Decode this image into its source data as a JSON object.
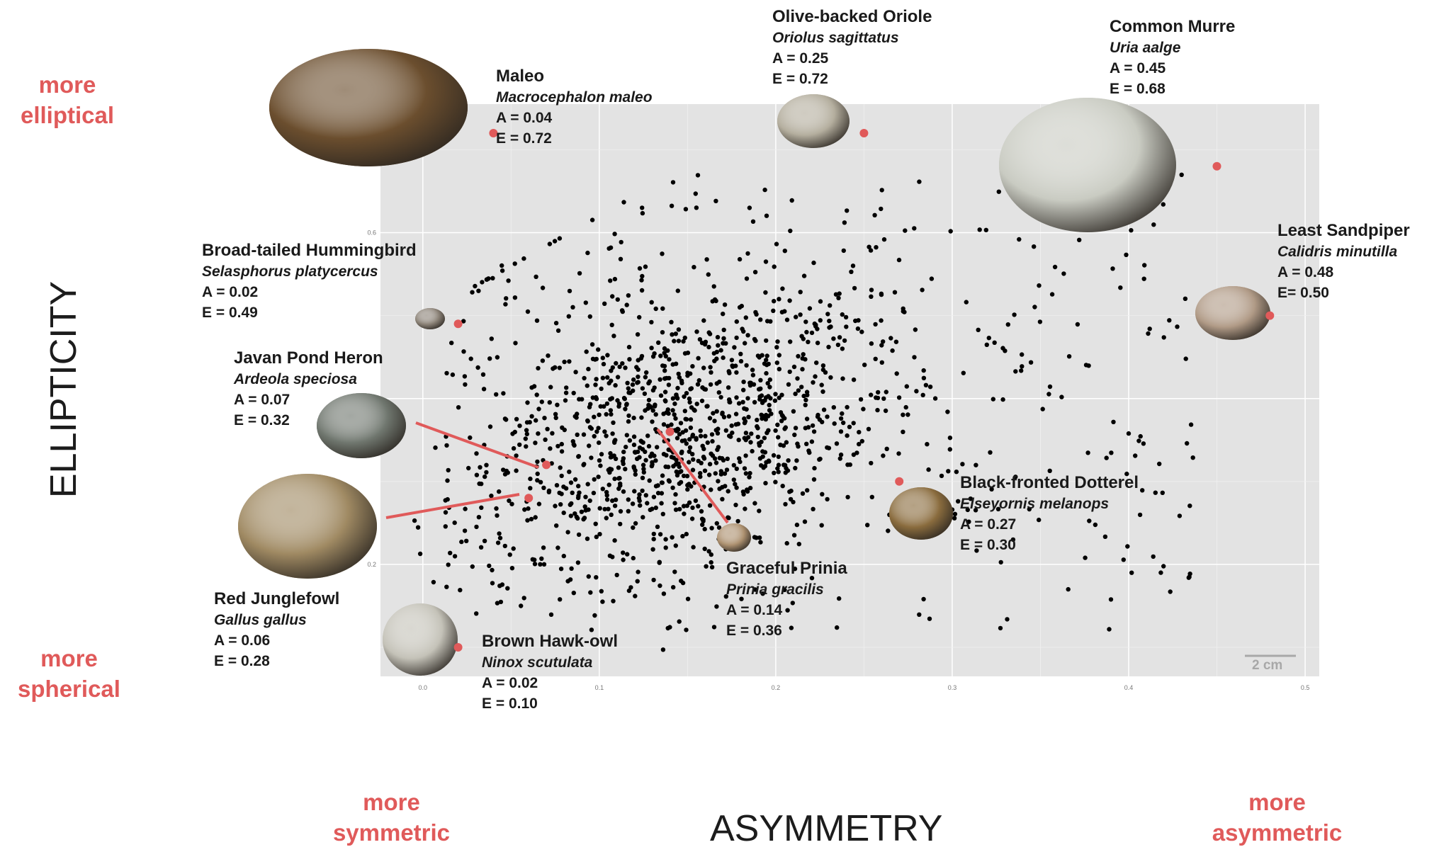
{
  "labels": {
    "more_elliptical": "more elliptical",
    "more_spherical": "more spherical",
    "more_symmetric": "more symmetric",
    "more_asymmetric": "more asymmetric",
    "scale_bar": "2 cm"
  },
  "chart_data": {
    "type": "scatter",
    "xlabel": "ASYMMETRY",
    "ylabel": "ELLIPTICITY",
    "xlim": [
      -0.024,
      0.508
    ],
    "ylim": [
      0.065,
      0.755
    ],
    "x_ticks": [
      "0.0",
      "0.1",
      "0.2",
      "0.3",
      "0.4",
      "0.5"
    ],
    "y_ticks": [
      "0.6",
      "0.2"
    ],
    "grid": true,
    "n_points": 1400,
    "highlighted": [
      {
        "name": "Maleo",
        "species": "Macrocephalon maleo",
        "a_label": "A = 0.04",
        "e_label": "E = 0.72",
        "x": 0.04,
        "y": 0.72,
        "egg_color": "#6b4e2e"
      },
      {
        "name": "Olive-backed Oriole",
        "species": "Oriolus sagittatus",
        "a_label": "A = 0.25",
        "e_label": "E = 0.72",
        "x": 0.25,
        "y": 0.72,
        "egg_color": "#b4ae9e"
      },
      {
        "name": "Common Murre",
        "species": "Uria aalge",
        "a_label": "A = 0.45",
        "e_label": "E = 0.68",
        "x": 0.45,
        "y": 0.68,
        "egg_color": "#c9cbc2"
      },
      {
        "name": "Broad-tailed Hummingbird",
        "species": "Selasphorus platycercus",
        "a_label": "A = 0.02",
        "e_label": "E = 0.49",
        "x": 0.02,
        "y": 0.49,
        "egg_color": "#8c8378"
      },
      {
        "name": "Least Sandpiper",
        "species": "Calidris minutilla",
        "a_label": "A = 0.48",
        "e_label": "E= 0.50",
        "x": 0.48,
        "y": 0.5,
        "egg_color": "#b09a86"
      },
      {
        "name": "Javan Pond Heron",
        "species": "Ardeola speciosa",
        "a_label": "A = 0.07",
        "e_label": "E = 0.32",
        "x": 0.07,
        "y": 0.32,
        "egg_color": "#70776f"
      },
      {
        "name": "Red Junglefowl",
        "species": "Gallus gallus",
        "a_label": "A = 0.06",
        "e_label": "E = 0.28",
        "x": 0.06,
        "y": 0.28,
        "egg_color": "#a08a63"
      },
      {
        "name": "Graceful Prinia",
        "species": "Prinia gracilis",
        "a_label": "A = 0.14",
        "e_label": "E = 0.36",
        "x": 0.14,
        "y": 0.36,
        "egg_color": "#ad9170"
      },
      {
        "name": "Black-fronted Dotterel",
        "species": "Elseyornis melanops",
        "a_label": "A = 0.27",
        "e_label": "E = 0.30",
        "x": 0.27,
        "y": 0.3,
        "egg_color": "#8a6c3e"
      },
      {
        "name": "Brown Hawk-owl",
        "species": "Ninox scutulata",
        "a_label": "A = 0.02",
        "e_label": "E = 0.10",
        "x": 0.02,
        "y": 0.1,
        "egg_color": "#c4c2b8"
      }
    ],
    "highlight_color": "#e05a5a",
    "point_color": "#000000",
    "panel_background": "#e3e3e3"
  }
}
